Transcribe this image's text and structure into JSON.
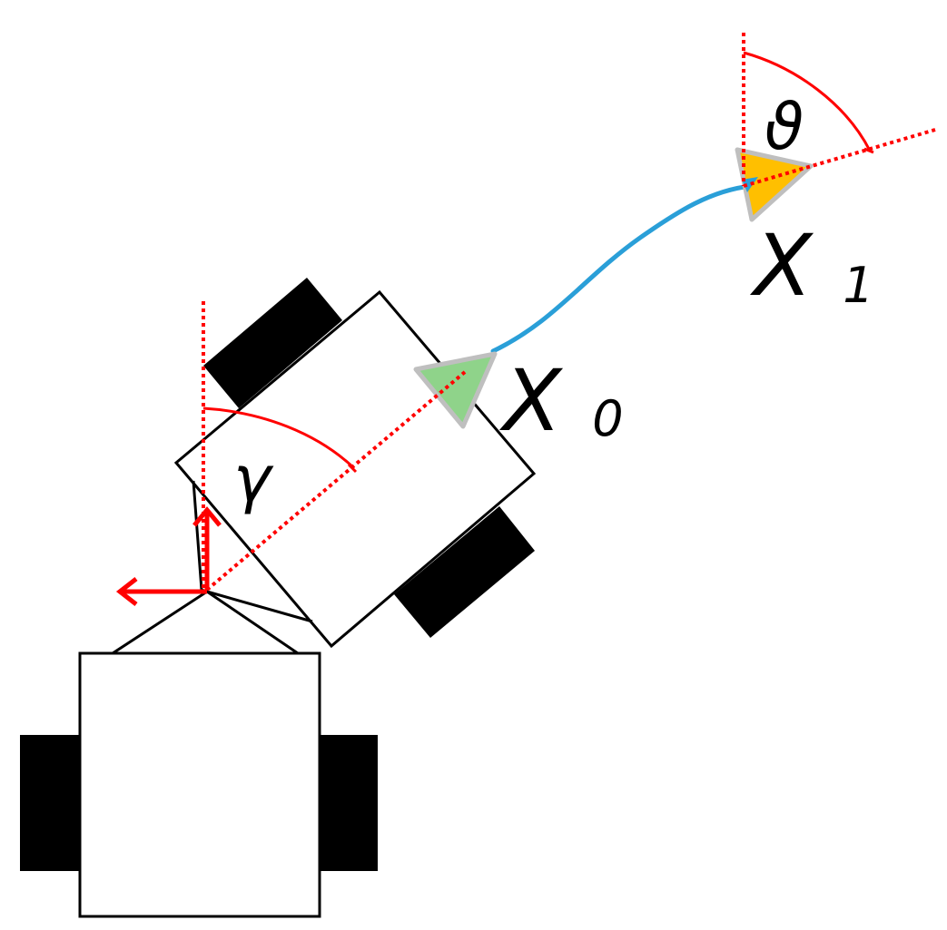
{
  "labels": {
    "start_state": {
      "base": "X",
      "subscript": "0"
    },
    "goal_state": {
      "base": "X",
      "subscript": "1"
    },
    "joint_angle": "γ",
    "goal_heading_angle": "ϑ"
  },
  "colors": {
    "outline": "#000000",
    "wheel": "#000000",
    "reference": "#ff0000",
    "trajectory": "#2a9fd8",
    "start_marker": "#8fd38a",
    "goal_marker": "#ffbf00",
    "marker_border": "#bfbfbf",
    "goal_anchor": "#2a9fd8"
  }
}
